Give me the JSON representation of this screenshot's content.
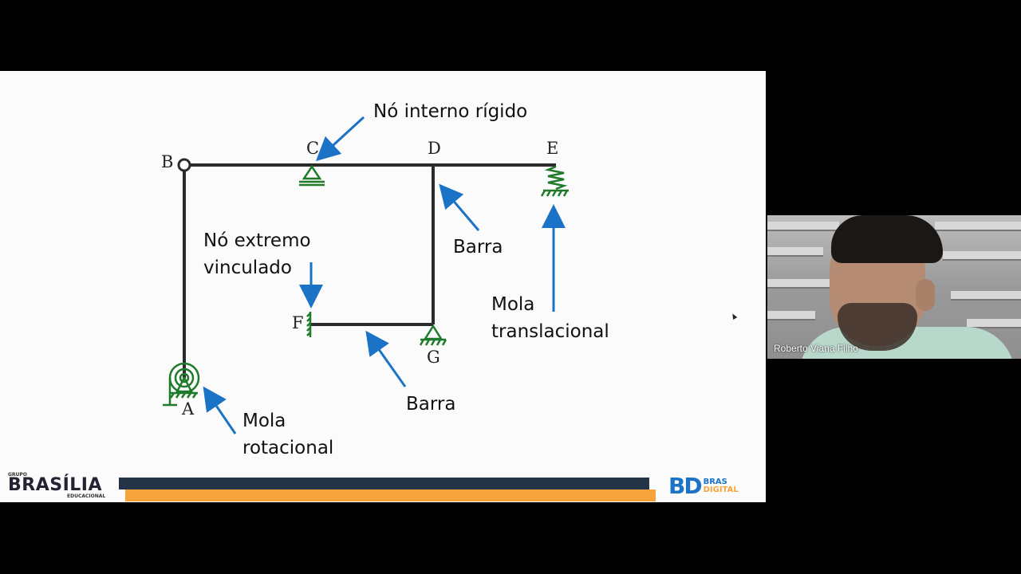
{
  "slide": {
    "labels": {
      "no_interno_rigido": "Nó interno rígido",
      "no_extremo_line1": "Nó extremo",
      "no_extremo_line2": "vinculado",
      "barra_top": "Barra",
      "barra_bottom": "Barra",
      "mola_translacional_line1": "Mola",
      "mola_translacional_line2": "translacional",
      "mola_rotacional_line1": "Mola",
      "mola_rotacional_line2": "rotacional"
    },
    "nodes": {
      "A": "A",
      "B": "B",
      "C": "C",
      "D": "D",
      "E": "E",
      "F": "F",
      "G": "G"
    },
    "colors": {
      "member": "#2b2b2b",
      "support": "#1f7a2a",
      "arrow": "#1a73c7"
    }
  },
  "footer": {
    "left_logo": {
      "grupo": "GRUPO",
      "name": "BRASÍLIA",
      "sub": "EDUCACIONAL"
    },
    "right_logo": {
      "mark": "BD",
      "line1": "BRAS",
      "line2": "DIGITAL"
    },
    "bar_dark_color": "#243447",
    "bar_orange_color": "#f5a33a"
  },
  "video": {
    "participant_name": "Roberto Viana Filho"
  }
}
